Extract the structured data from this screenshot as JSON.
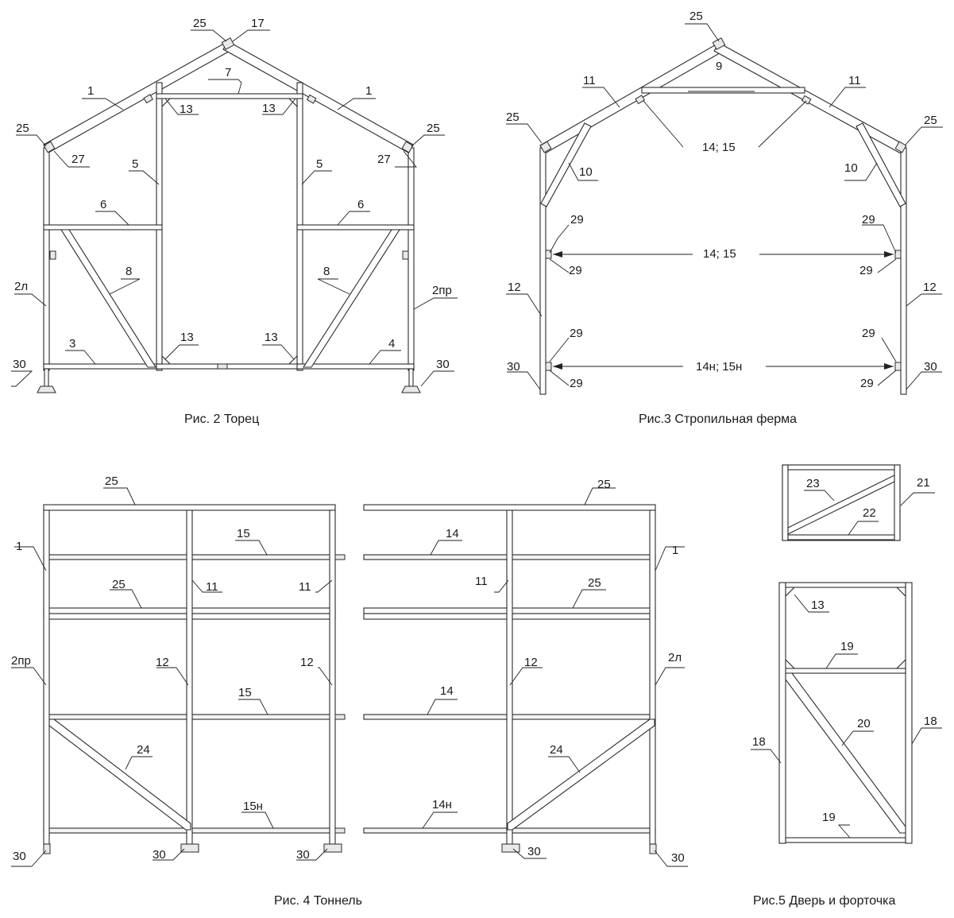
{
  "figures": {
    "fig2": {
      "caption": "Рис. 2 Торец",
      "labels": {
        "p25a": "25",
        "p17": "17",
        "p1a": "1",
        "p1b": "1",
        "p7": "7",
        "p13a": "13",
        "p13b": "13",
        "p25b": "25",
        "p25c": "25",
        "p27a": "27",
        "p27b": "27",
        "p5a": "5",
        "p5b": "5",
        "p6a": "6",
        "p6b": "6",
        "p8a": "8",
        "p8b": "8",
        "p2l": "2л",
        "p2pr": "2пр",
        "p3": "3",
        "p4": "4",
        "p13c": "13",
        "p13d": "13",
        "p30a": "30",
        "p30b": "30"
      }
    },
    "fig3": {
      "caption": "Рис.3 Стропильная ферма",
      "labels": {
        "p25a": "25",
        "p9": "9",
        "p11a": "11",
        "p11b": "11",
        "p25b": "25",
        "p25c": "25",
        "p1415top": "14; 15",
        "p10a": "10",
        "p10b": "10",
        "p29a": "29",
        "p29b": "29",
        "p29c": "29",
        "p29d": "29",
        "p1415mid": "14; 15",
        "p12a": "12",
        "p12b": "12",
        "p29e": "29",
        "p29f": "29",
        "p29g": "29",
        "p29h": "29",
        "p1415bot": "14н; 15н",
        "p30a": "30",
        "p30b": "30"
      }
    },
    "fig4": {
      "caption": "Рис. 4 Тоннель",
      "labels": {
        "p25a": "25",
        "p25b": "25",
        "p1a": "1",
        "p1b": "1",
        "p15a": "15",
        "p14a": "14",
        "p25c": "25",
        "p11a": "11",
        "p11b": "11",
        "p11c": "11",
        "p25d": "25",
        "p2pr": "2пр",
        "p12a": "12",
        "p12b": "12",
        "p12c": "12",
        "p2l": "2л",
        "p15b": "15",
        "p14b": "14",
        "p24a": "24",
        "p24b": "24",
        "p15n": "15н",
        "p14n": "14н",
        "p30a": "30",
        "p30b": "30",
        "p30c": "30",
        "p30d": "30",
        "p30e": "30"
      }
    },
    "fig5": {
      "caption": "Рис.5 Дверь и форточка",
      "labels": {
        "p23": "23",
        "p21": "21",
        "p22": "22",
        "p13": "13",
        "p19a": "19",
        "p20": "20",
        "p18a": "18",
        "p18b": "18",
        "p19b": "19"
      }
    }
  }
}
